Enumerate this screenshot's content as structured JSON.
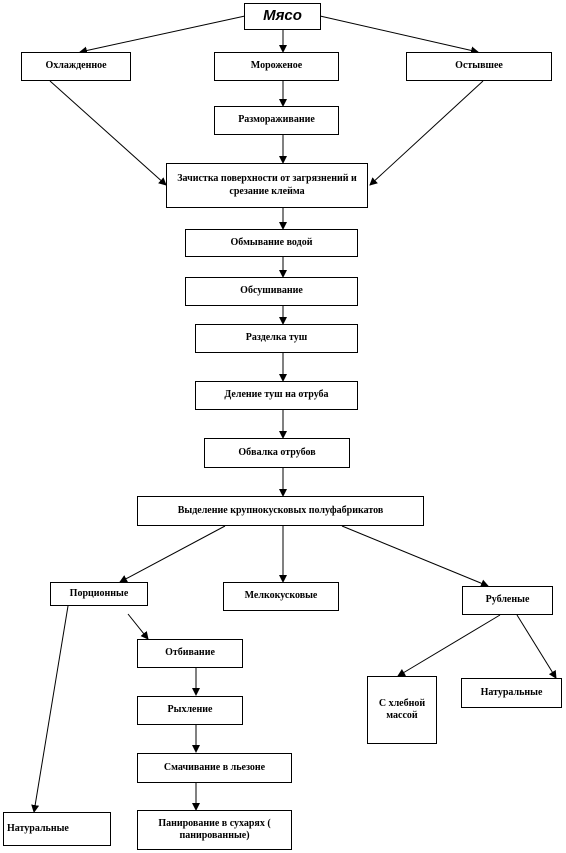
{
  "nodes": {
    "meat": "Мясо",
    "chilled": "Охлажденное",
    "frozen": "Мороженое",
    "cooled": "Остывшее",
    "thawing": "Размораживание",
    "cleaning": "Зачистка поверхности от загрязнений и срезание клейма",
    "washing": "Обмывание водой",
    "drying": "Обсушивание",
    "cutting": "Разделка туш",
    "dividing": "Деление туш на отруба",
    "deboning": "Обвалка отрубов",
    "large_pieces": "Выделение крупнокусковых полуфабрикатов",
    "portioned": "Порционные",
    "small_pieces": "Мелкокусковые",
    "chopped": "Рубленые",
    "natural_left": "Натуральные",
    "beating": "Отбивание",
    "loosening": "Рыхление",
    "egg_wetting": "Смачивание в льезоне",
    "breading": "Панирование в сухарях ( панированные)",
    "bread_mass": "С хлебной массой",
    "natural_right": "Натуральные"
  }
}
